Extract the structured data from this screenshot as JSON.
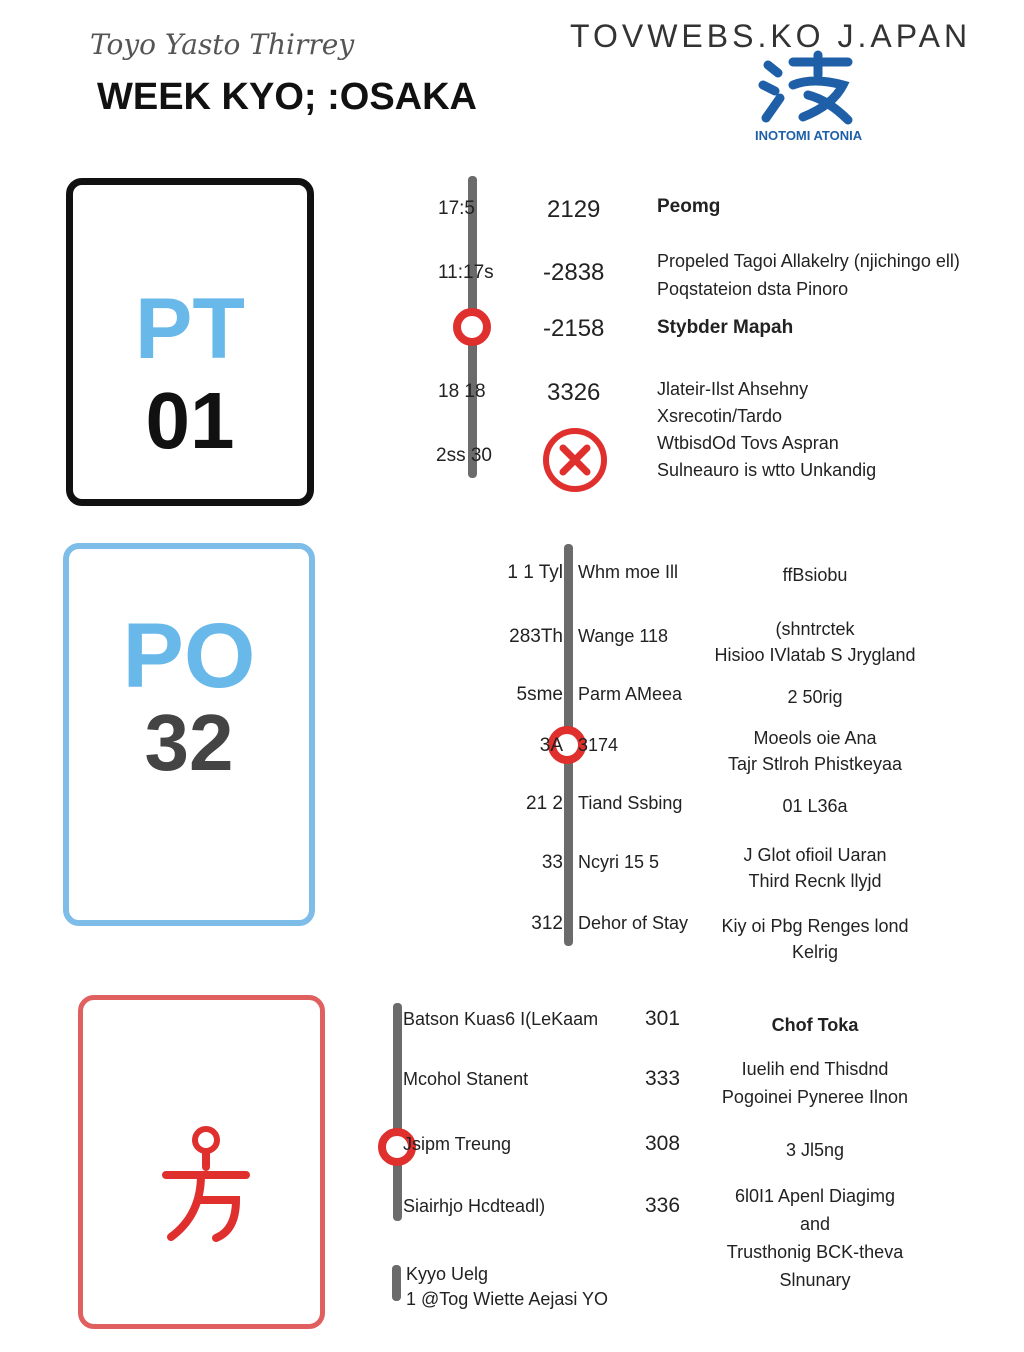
{
  "header": {
    "script_title": "Toyo Yasto Thirrey",
    "title": "WEEK KYO; :OSAKA",
    "brand": "TOVWEBS.KO J.APAN",
    "logo_text": "INOTOMI ATONIA"
  },
  "sections": [
    {
      "code_top": "PT",
      "code_bottom": "01",
      "rows": [
        {
          "a": "17:5",
          "b": "2129",
          "c": "Peomg"
        },
        {
          "a": "11:17s",
          "b": "-2838",
          "c": "Propeled Tagoi Allakelry (njichingo ell)\nPoqstateion dsta Pinoro"
        },
        {
          "a": "",
          "b": "-2158",
          "c": "Stybder Mapah"
        },
        {
          "a": "18 18",
          "b": "3326",
          "c": "Jlateir-Ilst Ahsehny\nXsrecotin/Tardo\nWtbisdOd Tovs Aspran\nSulneauro is wtto Unkandig"
        },
        {
          "a": "2ss 30",
          "b": "",
          "c": ""
        }
      ],
      "cancel_icon": "x-circle-icon"
    },
    {
      "code_top": "PO",
      "code_bottom": "32",
      "rows": [
        {
          "a": "1 1 Tyl",
          "b": "Whm moe Ill",
          "c": "ffBsiobu"
        },
        {
          "a": "283Th",
          "b": "Wange 118",
          "c": "(shntrctek\nHisioo IVlatab S Jrygland"
        },
        {
          "a": "5sme",
          "b": "Parm AMeea",
          "c": "2 50rig"
        },
        {
          "a": "3A",
          "b": "3174",
          "c": "Moeols oie Ana\nTajr Stlroh Phistkeyaa"
        },
        {
          "a": "21 2",
          "b": "Tiand Ssbing",
          "c": "01 L36a"
        },
        {
          "a": "33",
          "b": "Ncyri 15 5",
          "c": "J Glot ofioil Uaran\nThird Recnk llyjd"
        },
        {
          "a": "312",
          "b": "Dehor of Stay",
          "c": "Kiy oi Pbg Renges lond Kelrig"
        }
      ]
    },
    {
      "symbol": "方",
      "rows": [
        {
          "a": "Batson Kuas6 I(LeKaam",
          "b": "301",
          "c": "Chof Toka"
        },
        {
          "a": "Mcohol Stanent",
          "b": "333",
          "c": "Iuelih end Thisdnd\nPogoinei Pyneree Ilnon"
        },
        {
          "a": "Jsipm Treung",
          "b": "308",
          "c": "3 Jl5ng"
        },
        {
          "a": "Siairhjo Hcdteadl)",
          "b": "336",
          "c": "6l0I1 Apenl Diagimg\nand\nTrusthonig BCK-theva\nSlnunary"
        }
      ],
      "footer": "Kyyo Uelg\n1 @Tog Wiette Aejasi YO"
    }
  ],
  "colors": {
    "blue": "#69b8ea",
    "red": "#e0302e",
    "black": "#111"
  }
}
